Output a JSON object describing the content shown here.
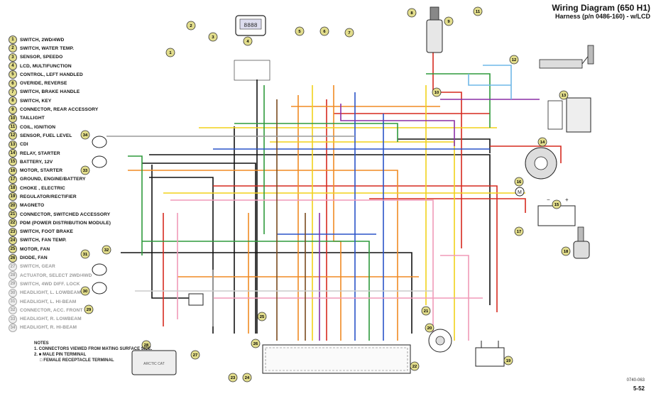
{
  "header": {
    "title": "Wiring Diagram (650 H1)",
    "subtitle": "Harness (p/n 0486-160) - w/LCD"
  },
  "legend": [
    {
      "n": "1",
      "label": "SWITCH, 2WD/4WD",
      "gray": false
    },
    {
      "n": "2",
      "label": "SWITCH, WATER TEMP.",
      "gray": false
    },
    {
      "n": "3",
      "label": "SENSOR, SPEEDO",
      "gray": false
    },
    {
      "n": "4",
      "label": "LCD, MULTIFUNCTION",
      "gray": false
    },
    {
      "n": "5",
      "label": "CONTROL, LEFT HANDLED",
      "gray": false
    },
    {
      "n": "6",
      "label": "OVERIDE, REVERSE",
      "gray": false
    },
    {
      "n": "7",
      "label": "SWITCH, BRAKE HANDLE",
      "gray": false
    },
    {
      "n": "8",
      "label": "SWITCH, KEY",
      "gray": false
    },
    {
      "n": "9",
      "label": "CONNECTOR, REAR ACCESSORY",
      "gray": false
    },
    {
      "n": "10",
      "label": "TAILLIGHT",
      "gray": false
    },
    {
      "n": "11",
      "label": "COIL, IGNITION",
      "gray": false
    },
    {
      "n": "12",
      "label": "SENSOR, FUEL LEVEL",
      "gray": false
    },
    {
      "n": "13",
      "label": "CDI",
      "gray": false
    },
    {
      "n": "14",
      "label": "RELAY, STARTER",
      "gray": false
    },
    {
      "n": "15",
      "label": "BATTERY, 12V",
      "gray": false
    },
    {
      "n": "16",
      "label": "MOTOR, STARTER",
      "gray": false
    },
    {
      "n": "17",
      "label": "GROUND, ENGINE/BATTERY",
      "gray": false
    },
    {
      "n": "18",
      "label": "CHOKE , ELECTRIC",
      "gray": false
    },
    {
      "n": "19",
      "label": "REGULATOR/RECTIFIER",
      "gray": false
    },
    {
      "n": "20",
      "label": "MAGNETO",
      "gray": false
    },
    {
      "n": "21",
      "label": "CONNECTOR, SWITCHED ACCESSORY",
      "gray": false
    },
    {
      "n": "22",
      "label": "PDM (POWER DISTRIBUTION MODULE)",
      "gray": false
    },
    {
      "n": "23",
      "label": "SWITCH, FOOT BRAKE",
      "gray": false
    },
    {
      "n": "24",
      "label": "SWITCH, FAN TEMP.",
      "gray": false
    },
    {
      "n": "25",
      "label": "MOTOR, FAN",
      "gray": false
    },
    {
      "n": "26",
      "label": "DIODE, FAN",
      "gray": false
    },
    {
      "n": "27",
      "label": "SWITCH, GEAR",
      "gray": true
    },
    {
      "n": "28",
      "label": "ACTUATOR, SELECT 2WD/4WD",
      "gray": true
    },
    {
      "n": "29",
      "label": "SWITCH, 4WD DIFF. LOCK",
      "gray": true
    },
    {
      "n": "30",
      "label": "HEADLIGHT, L. LOWBEAM",
      "gray": true
    },
    {
      "n": "31",
      "label": "HEADLIGHT, L. HI-BEAM",
      "gray": true
    },
    {
      "n": "32",
      "label": "CONNECTOR, ACC. FRONT",
      "gray": true
    },
    {
      "n": "33",
      "label": "HEADLIGHT, R. LOWBEAM",
      "gray": true
    },
    {
      "n": "34",
      "label": "HEADLIGHT, R. HI-BEAM",
      "gray": true
    }
  ],
  "notes": {
    "heading": "NOTES",
    "line1": "1. CONNECTORS VIEWED FROM MATING SURFACE SIDE.",
    "line2": "2. ■ MALE PIN TERMINAL",
    "line3": "□ FEMALE RECEPTACLE TERMINAL"
  },
  "footer": {
    "code": "0740-063",
    "page": "5-52"
  },
  "callouts": [
    "1",
    "2",
    "3",
    "4",
    "5",
    "6",
    "7",
    "8",
    "9",
    "10",
    "11",
    "12",
    "13",
    "14",
    "15",
    "16",
    "17",
    "18",
    "19",
    "20",
    "21",
    "22",
    "23",
    "24",
    "25",
    "26",
    "27",
    "28",
    "29",
    "30",
    "31",
    "32",
    "33",
    "34"
  ],
  "lcd_readout": "8888",
  "module_text": "ARCTIC CAT",
  "colors": {
    "badge_fill": "#e2dd8c",
    "badge_fill_gray": "#efefef",
    "wire_black": "#111111",
    "wire_red": "#d62a1f",
    "wire_orange": "#f08a23",
    "wire_yellow": "#f2d21a",
    "wire_green": "#2e9a3c",
    "wire_blue": "#2a54c8",
    "wire_purple": "#8a2fa6",
    "wire_pink": "#f09ab8",
    "wire_brown": "#7a4a1e",
    "wire_gray": "#9a9a9a",
    "wire_white": "#cccccc",
    "wire_lightblue": "#6fb8e8"
  }
}
